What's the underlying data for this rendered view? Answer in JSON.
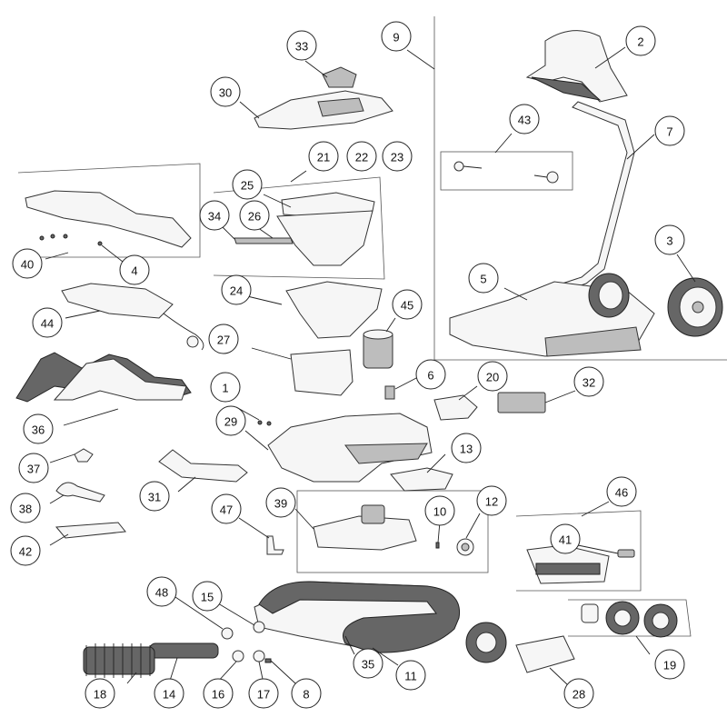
{
  "diagram": {
    "callouts": [
      {
        "id": "1",
        "label": "1"
      },
      {
        "id": "2",
        "label": "2"
      },
      {
        "id": "3",
        "label": "3"
      },
      {
        "id": "4",
        "label": "4"
      },
      {
        "id": "5",
        "label": "5"
      },
      {
        "id": "6",
        "label": "6"
      },
      {
        "id": "7",
        "label": "7"
      },
      {
        "id": "8",
        "label": "8"
      },
      {
        "id": "9",
        "label": "9"
      },
      {
        "id": "10",
        "label": "10"
      },
      {
        "id": "11",
        "label": "11"
      },
      {
        "id": "12",
        "label": "12"
      },
      {
        "id": "13",
        "label": "13"
      },
      {
        "id": "14",
        "label": "14"
      },
      {
        "id": "15",
        "label": "15"
      },
      {
        "id": "16",
        "label": "16"
      },
      {
        "id": "17",
        "label": "17"
      },
      {
        "id": "18",
        "label": "18"
      },
      {
        "id": "19",
        "label": "19"
      },
      {
        "id": "20",
        "label": "20"
      },
      {
        "id": "21",
        "label": "21"
      },
      {
        "id": "22",
        "label": "22"
      },
      {
        "id": "23",
        "label": "23"
      },
      {
        "id": "24",
        "label": "24"
      },
      {
        "id": "25",
        "label": "25"
      },
      {
        "id": "26",
        "label": "26"
      },
      {
        "id": "27",
        "label": "27"
      },
      {
        "id": "28",
        "label": "28"
      },
      {
        "id": "29",
        "label": "29"
      },
      {
        "id": "30",
        "label": "30"
      },
      {
        "id": "31",
        "label": "31"
      },
      {
        "id": "32",
        "label": "32"
      },
      {
        "id": "33",
        "label": "33"
      },
      {
        "id": "34",
        "label": "34"
      },
      {
        "id": "35",
        "label": "35"
      },
      {
        "id": "36",
        "label": "36"
      },
      {
        "id": "37",
        "label": "37"
      },
      {
        "id": "38",
        "label": "38"
      },
      {
        "id": "39",
        "label": "39"
      },
      {
        "id": "40",
        "label": "40"
      },
      {
        "id": "41",
        "label": "41"
      },
      {
        "id": "42",
        "label": "42"
      },
      {
        "id": "43",
        "label": "43"
      },
      {
        "id": "44",
        "label": "44"
      },
      {
        "id": "45",
        "label": "45"
      },
      {
        "id": "46",
        "label": "46"
      },
      {
        "id": "47",
        "label": "47"
      },
      {
        "id": "48",
        "label": "48"
      }
    ]
  },
  "colors": {
    "line": "#222222",
    "part_fill": "#f6f6f6",
    "part_dark": "#666666",
    "background": "#ffffff"
  }
}
